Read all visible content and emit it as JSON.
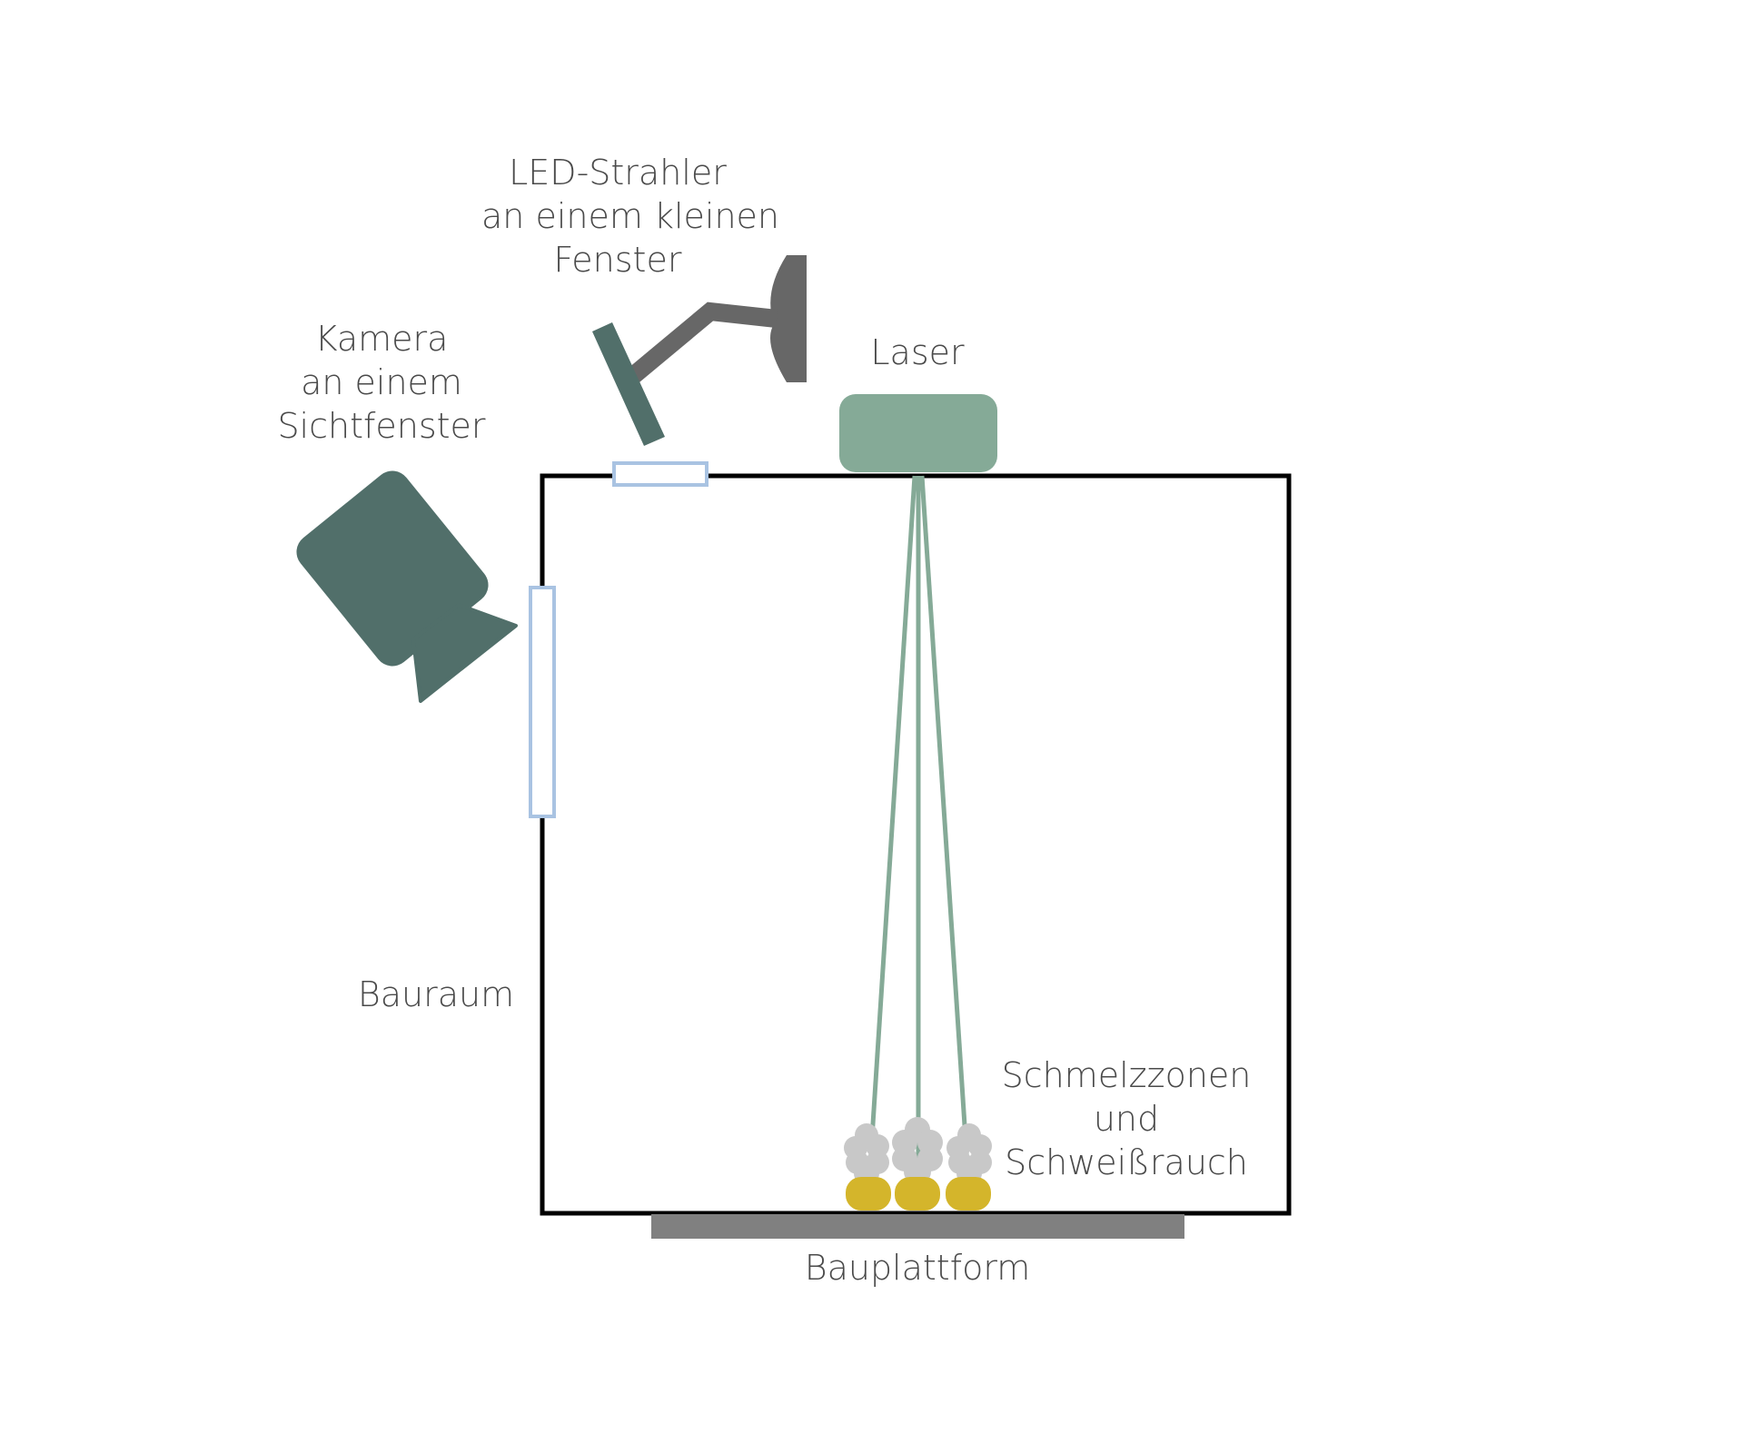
{
  "labels": {
    "led": [
      "LED-Strahler",
      "an einem kleinen",
      "Fenster"
    ],
    "camera": [
      "Kamera",
      "an einem",
      "Sichtfenster"
    ],
    "laser": "Laser",
    "bauraum": "Bauraum",
    "melt": [
      "Schmelzzonen",
      "und",
      "Schweißrauch"
    ],
    "platform": "Bauplattform"
  },
  "colors": {
    "chamber_outline": "#000000",
    "window_outline": "#a9c3e2",
    "camera_fill": "#516f6a",
    "led_arm": "#676767",
    "led_head": "#516f6a",
    "laser_body": "#85aa97",
    "laser_beam": "#85aa97",
    "melt_zone": "#d4b52b",
    "smoke": "#c8c8c8",
    "platform": "#808080",
    "text": "#4a4a4a"
  },
  "icons": {
    "camera": "video-camera-icon",
    "led": "led-spotlight-icon",
    "laser": "laser-unit-icon"
  }
}
